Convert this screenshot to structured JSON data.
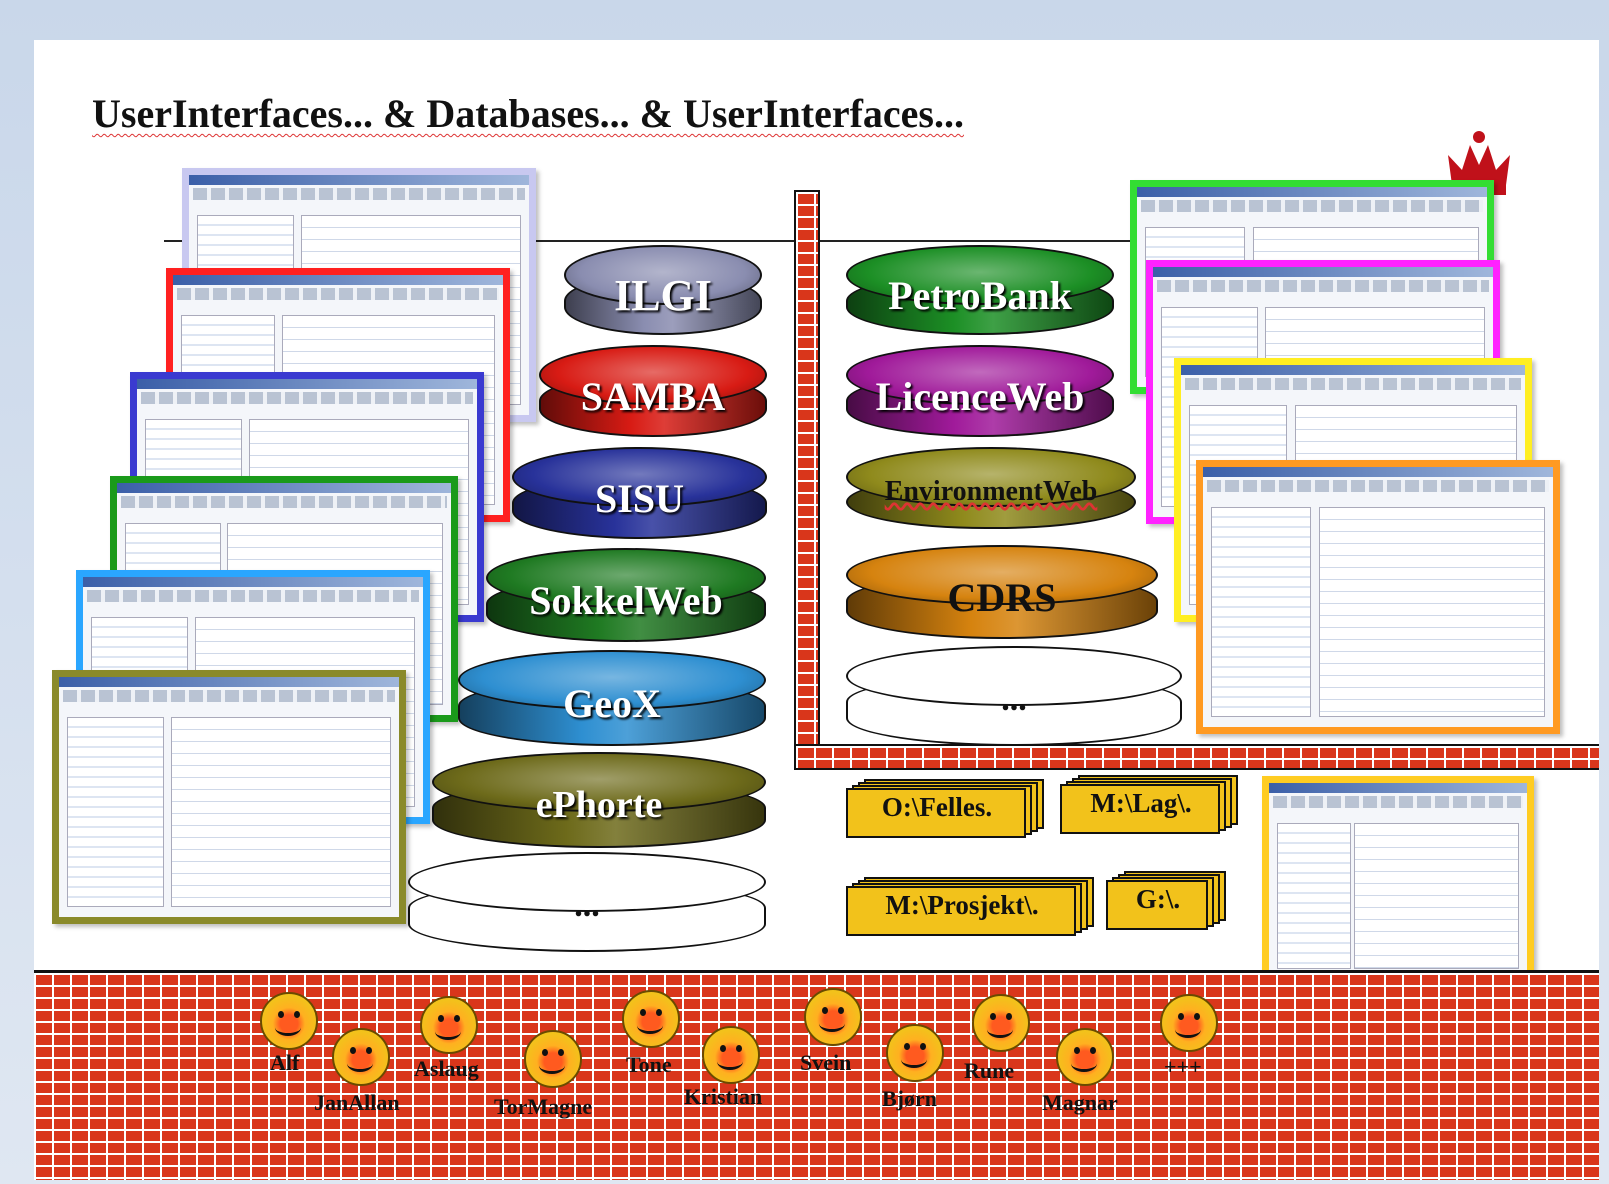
{
  "title": "UserInterfaces... & Databases... & UserInterfaces...",
  "left_databases": [
    {
      "label": "ILGI",
      "color": "#8a8db0"
    },
    {
      "label": "SAMBA",
      "color": "#d81b14"
    },
    {
      "label": "SISU",
      "color": "#28329a"
    },
    {
      "label": "SokkelWeb",
      "color": "#1f7a22"
    },
    {
      "label": "GeoX",
      "color": "#2e8fd1"
    },
    {
      "label": "ePhorte",
      "color": "#6d6a1a"
    },
    {
      "label": "...",
      "color": "#ffffff"
    }
  ],
  "right_databases": [
    {
      "label": "PetroBank",
      "color": "#1c8f25"
    },
    {
      "label": "LicenceWeb",
      "color": "#a01a9a"
    },
    {
      "label": "EnvironmentWeb",
      "color": "#8f8a1c"
    },
    {
      "label": "CDRS",
      "color": "#d6830f"
    },
    {
      "label": "...",
      "color": "#ffffff"
    }
  ],
  "folders": [
    "O:\\Felles.",
    "M:\\Lag\\.",
    "M:\\Prosjekt\\.",
    "G:\\."
  ],
  "screenshot_frame_colors": {
    "left": [
      "#c8c8f0",
      "#ff2020",
      "#3a3ad0",
      "#1a9a1a",
      "#2aa6ff",
      "#8a8a2a"
    ],
    "right": [
      "#33dd33",
      "#ff22ff",
      "#ffee22",
      "#ff9a22",
      "#ffcc22"
    ]
  },
  "people": [
    "Alf",
    "JanAllan",
    "Aslaug",
    "TorMagne",
    "Tone",
    "Kristian",
    "Svein",
    "Bjørn",
    "Rune",
    "Magnar",
    "+++"
  ]
}
